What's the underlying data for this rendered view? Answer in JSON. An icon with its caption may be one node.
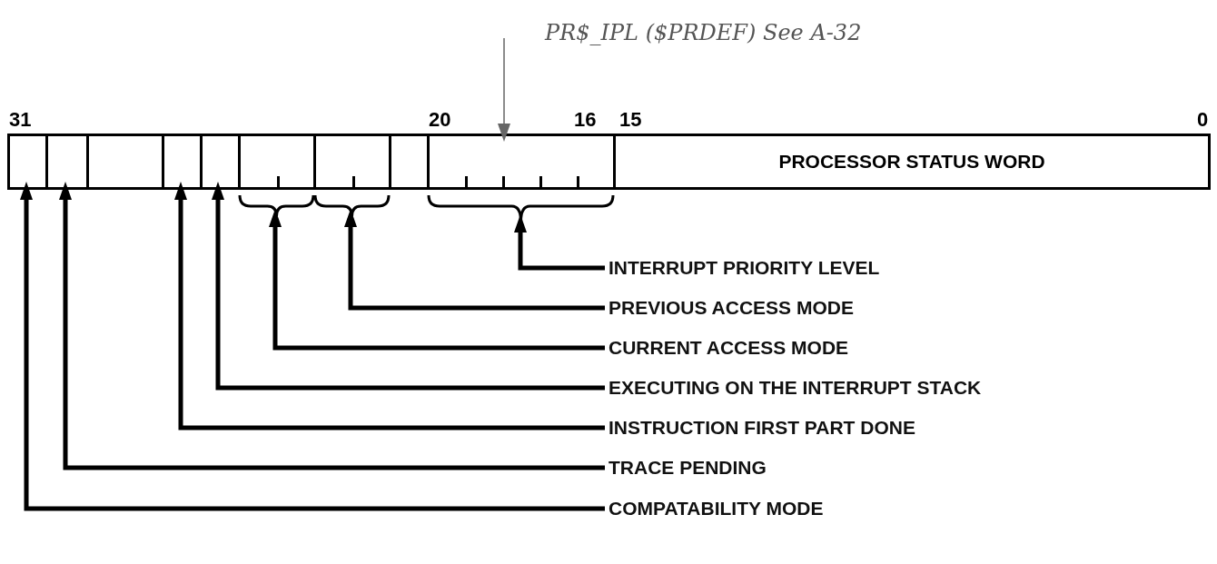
{
  "diagram": {
    "nodes": [
      {
        "text": [],
        "shape": "box"
      },
      {
        "text": [],
        "shape": "box"
      },
      {
        "text": [],
        "shape": "box"
      },
      {
        "text": [],
        "shape": "box"
      },
      {
        "text": [],
        "shape": "box"
      },
      {
        "text": [],
        "shape": "box"
      },
      {
        "text": [],
        "shape": "box"
      },
      {
        "text": [],
        "shape": "box"
      },
      {
        "text": [],
        "shape": "box"
      },
      {
        "text": [
          "PROCESSOR STATUS WORD"
        ]
      },
      {
        "text": [
          "INTERRUPT PRIORITY LEVEL"
        ]
      },
      {
        "text": [
          "PREVIOUS ACCESS MODE"
        ]
      },
      {
        "text": [
          "CURRENT ACCESS MODE"
        ]
      },
      {
        "text": [
          "EXECUTING ON THE INTERRUPT STACK"
        ]
      },
      {
        "text": [
          "INSTRUCTION FIRST PART DONE"
        ]
      },
      {
        "text": [
          "TRACE PENDING"
        ]
      },
      {
        "text": [
          "COMPATABILITY MODE"
        ]
      },
      {
        "text": [
          "PR$_IPL ($PRDEF) See A-32"
        ]
      }
    ],
    "edges": [
      {
        "from": 10,
        "to": 8,
        "arrow": "to"
      },
      {
        "from": 11,
        "to": 6,
        "arrow": "to"
      },
      {
        "from": 12,
        "to": 5,
        "arrow": "to"
      },
      {
        "from": 13,
        "to": 4,
        "arrow": "to"
      },
      {
        "from": 14,
        "to": 3,
        "arrow": "to"
      },
      {
        "from": 15,
        "to": 1,
        "arrow": "to"
      },
      {
        "from": 16,
        "to": 0,
        "arrow": "to"
      },
      {
        "from": 17,
        "to": 8,
        "arrow": "to",
        "color": "#666666"
      }
    ],
    "labels": [
      "31",
      "20",
      "16",
      "15",
      "0"
    ]
  }
}
